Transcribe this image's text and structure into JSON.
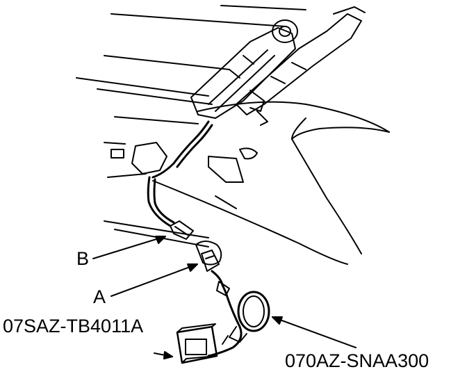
{
  "labels": {
    "b": "B",
    "a": "A",
    "tool_part": "07SAZ-TB4011A",
    "harness_part": "070AZ-SNAA300"
  },
  "colors": {
    "ink": "#000000",
    "paper": "#ffffff"
  }
}
